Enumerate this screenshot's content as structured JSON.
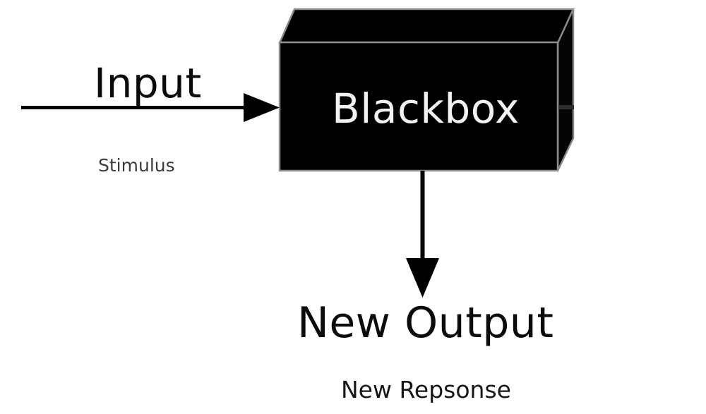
{
  "diagram": {
    "title": "Blackbox stimulus-response diagram",
    "background_color": "#ffffff",
    "box": {
      "label": "Blackbox",
      "shape": "3d-cuboid",
      "fill_color": "#000000",
      "edge_color": "#7d7d7d",
      "label_color": "#f2f2f2"
    },
    "input": {
      "label": "Input",
      "sub_label": "Stimulus",
      "label_color": "#0b0b0b",
      "sub_label_color": "#3b3b3b",
      "arrow_color": "#000000",
      "direction": "right"
    },
    "output": {
      "label": "New Output",
      "sub_label": "New Repsonse",
      "label_color": "#0b0b0b",
      "sub_label_color": "#161616",
      "arrow_color": "#000000",
      "direction": "down"
    },
    "side_port": {
      "name": "right-face-tick",
      "color": "#2e2e2e"
    }
  }
}
